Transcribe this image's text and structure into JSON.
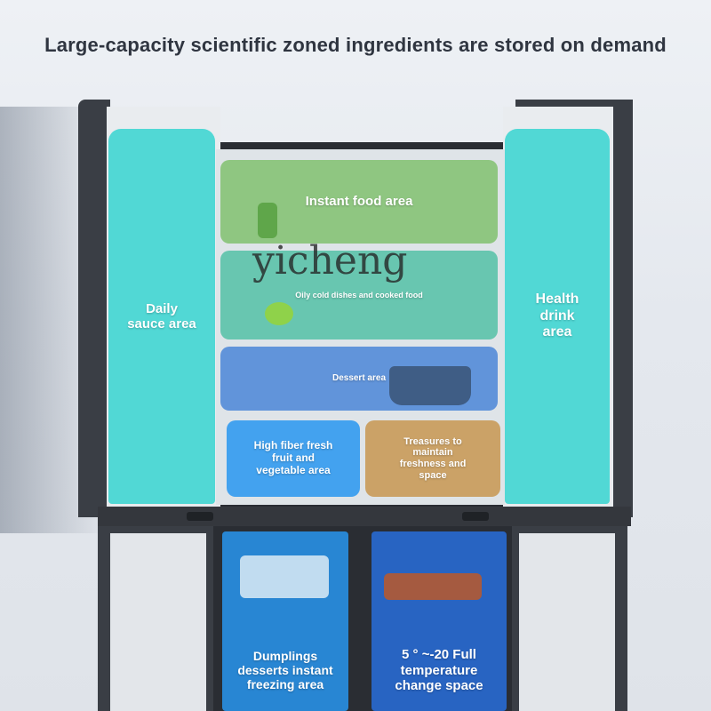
{
  "heading": "Large-capacity scientific zoned ingredients are stored on demand",
  "watermark": "yicheng",
  "zones": {
    "sauce": "Daily sauce area",
    "drink": "Health drink area",
    "instant": "Instant food area",
    "oily": "Oily cold dishes and cooked food",
    "dessert": "Dessert area",
    "fiber": "High fiber fresh fruit and vegetable area",
    "treasure": "Treasures to maintain freshness and space",
    "dumpling": "Dumplings desserts instant freezing area",
    "temp": "5 ° ~-20  Full temperature change space"
  },
  "colors": {
    "teal_zone": "#26d2cd",
    "green_zone": "#78be64",
    "blue_zone": "#2896f0",
    "brown_zone": "#c89650",
    "fridge_body": "#2a2d33"
  }
}
